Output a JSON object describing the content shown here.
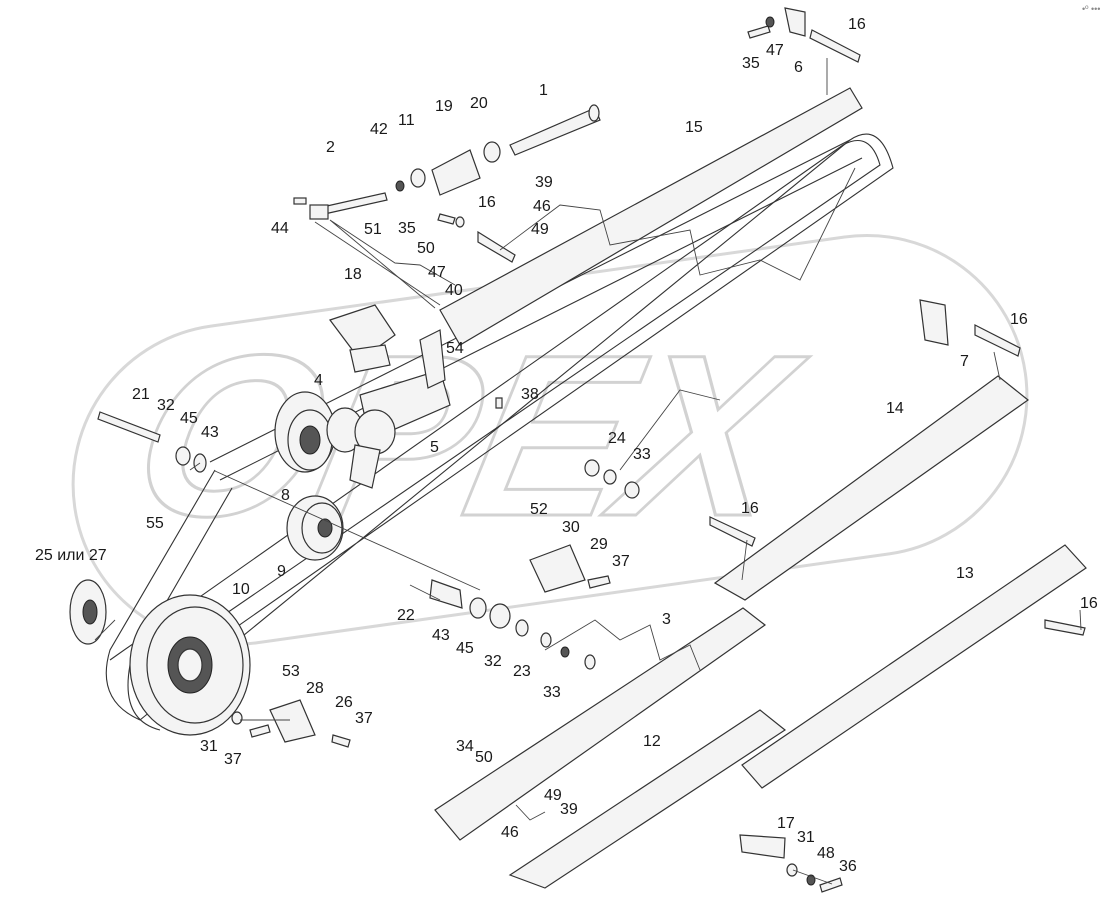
{
  "watermark": "OPEX",
  "corner_mark": "•º •••",
  "callouts": [
    {
      "id": "c1",
      "text": "1"
    },
    {
      "id": "c2",
      "text": "2"
    },
    {
      "id": "c3",
      "text": "3"
    },
    {
      "id": "c4",
      "text": "4"
    },
    {
      "id": "c5",
      "text": "5"
    },
    {
      "id": "c6",
      "text": "6"
    },
    {
      "id": "c7",
      "text": "7"
    },
    {
      "id": "c8",
      "text": "8"
    },
    {
      "id": "c9",
      "text": "9"
    },
    {
      "id": "c10",
      "text": "10"
    },
    {
      "id": "c11",
      "text": "11"
    },
    {
      "id": "c12",
      "text": "12"
    },
    {
      "id": "c13",
      "text": "13"
    },
    {
      "id": "c14",
      "text": "14"
    },
    {
      "id": "c15",
      "text": "15"
    },
    {
      "id": "c16a",
      "text": "16"
    },
    {
      "id": "c16b",
      "text": "16"
    },
    {
      "id": "c16c",
      "text": "16"
    },
    {
      "id": "c16d",
      "text": "16"
    },
    {
      "id": "c16e",
      "text": "16"
    },
    {
      "id": "c17",
      "text": "17"
    },
    {
      "id": "c18",
      "text": "18"
    },
    {
      "id": "c19",
      "text": "19"
    },
    {
      "id": "c20",
      "text": "20"
    },
    {
      "id": "c21",
      "text": "21"
    },
    {
      "id": "c22",
      "text": "22"
    },
    {
      "id": "c23",
      "text": "23"
    },
    {
      "id": "c24",
      "text": "24"
    },
    {
      "id": "c25",
      "text": "25 или 27"
    },
    {
      "id": "c26",
      "text": "26"
    },
    {
      "id": "c28",
      "text": "28"
    },
    {
      "id": "c29",
      "text": "29"
    },
    {
      "id": "c30",
      "text": "30"
    },
    {
      "id": "c31a",
      "text": "31"
    },
    {
      "id": "c31b",
      "text": "31"
    },
    {
      "id": "c32a",
      "text": "32"
    },
    {
      "id": "c32b",
      "text": "32"
    },
    {
      "id": "c33a",
      "text": "33"
    },
    {
      "id": "c33b",
      "text": "33"
    },
    {
      "id": "c34",
      "text": "34"
    },
    {
      "id": "c35a",
      "text": "35"
    },
    {
      "id": "c35b",
      "text": "35"
    },
    {
      "id": "c36",
      "text": "36"
    },
    {
      "id": "c37a",
      "text": "37"
    },
    {
      "id": "c37b",
      "text": "37"
    },
    {
      "id": "c37c",
      "text": "37"
    },
    {
      "id": "c38",
      "text": "38"
    },
    {
      "id": "c39a",
      "text": "39"
    },
    {
      "id": "c39b",
      "text": "39"
    },
    {
      "id": "c40",
      "text": "40"
    },
    {
      "id": "c42",
      "text": "42"
    },
    {
      "id": "c43a",
      "text": "43"
    },
    {
      "id": "c43b",
      "text": "43"
    },
    {
      "id": "c44",
      "text": "44"
    },
    {
      "id": "c45a",
      "text": "45"
    },
    {
      "id": "c45b",
      "text": "45"
    },
    {
      "id": "c46a",
      "text": "46"
    },
    {
      "id": "c46b",
      "text": "46"
    },
    {
      "id": "c47a",
      "text": "47"
    },
    {
      "id": "c47b",
      "text": "47"
    },
    {
      "id": "c48",
      "text": "48"
    },
    {
      "id": "c49a",
      "text": "49"
    },
    {
      "id": "c49b",
      "text": "49"
    },
    {
      "id": "c50a",
      "text": "50"
    },
    {
      "id": "c50b",
      "text": "50"
    },
    {
      "id": "c51",
      "text": "51"
    },
    {
      "id": "c52",
      "text": "52"
    },
    {
      "id": "c53",
      "text": "53"
    },
    {
      "id": "c54",
      "text": "54"
    },
    {
      "id": "c55",
      "text": "55"
    }
  ]
}
